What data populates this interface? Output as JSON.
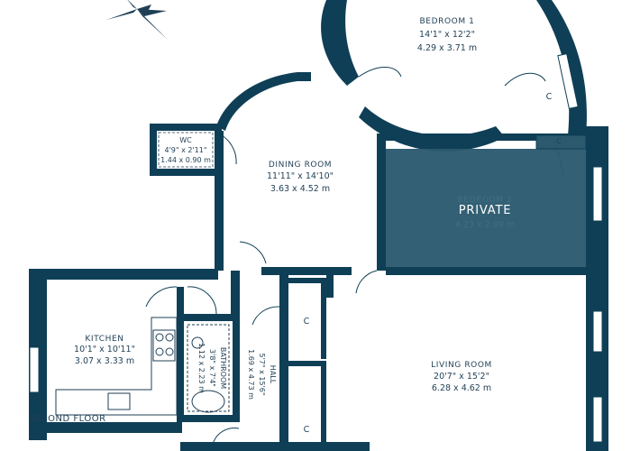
{
  "colors": {
    "wall": "#0f3f56",
    "private_overlay": "#2b5a6e",
    "text": "#1f3f55",
    "background": "#ffffff"
  },
  "compass": {
    "icon": "compass-star-icon"
  },
  "floor_label": "SECOND FLOOR",
  "rooms": {
    "bedroom1": {
      "name": "BEDROOM 1",
      "imperial": "14'1\" x 12'2\"",
      "metric": "4.29 x 3.71 m"
    },
    "wc": {
      "name": "WC",
      "imperial": "4'9\" x 2'11\"",
      "metric": "1.44 x 0.90 m"
    },
    "dining": {
      "name": "DINING ROOM",
      "imperial": "11'11\" x 14'10\"",
      "metric": "3.63 x 4.52 m"
    },
    "bedroom2": {
      "name": "BEDROOM 2",
      "metric": "4.23 x 2.89 m",
      "overlay": "PRIVATE"
    },
    "kitchen": {
      "name": "KITCHEN",
      "imperial": "10'1\" x 10'11\"",
      "metric": "3.07 x 3.33 m"
    },
    "bathroom": {
      "name": "BATHROOM",
      "imperial": "3'8\" x 7'4\"",
      "metric": "1.12 x 2.23 m"
    },
    "hall": {
      "name": "HALL",
      "imperial": "5'7\" x 15'6\"",
      "metric": "1.69 x 4.73 m"
    },
    "living": {
      "name": "LIVING ROOM",
      "imperial": "20'7\" x 15'2\"",
      "metric": "6.28 x 4.62 m"
    }
  },
  "cupboards": [
    "C",
    "C",
    "C",
    "C"
  ]
}
